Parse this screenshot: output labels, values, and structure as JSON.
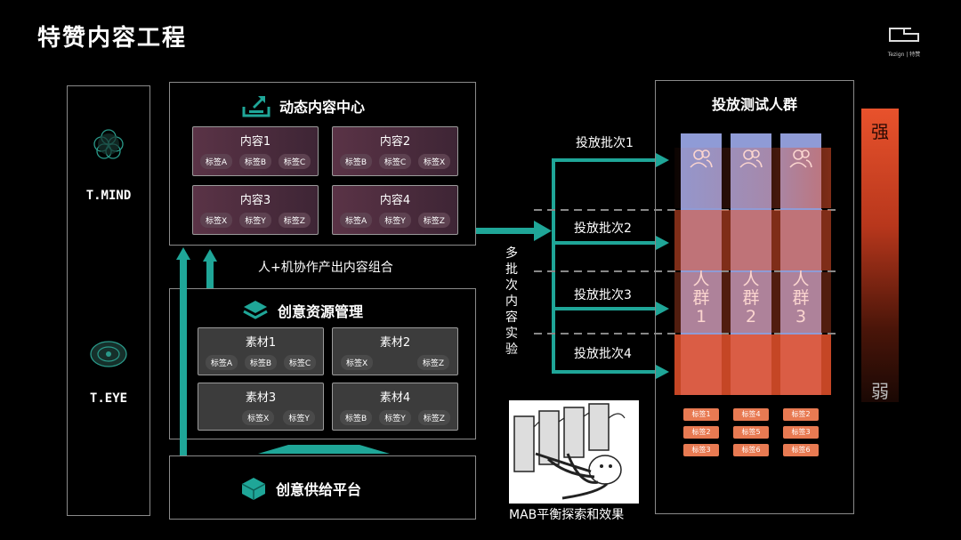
{
  "page": {
    "title": "特赞内容工程"
  },
  "logo": {
    "text": "Tezign | 特赞"
  },
  "sidebar": {
    "top_label": "T.MIND",
    "bottom_label": "T.EYE"
  },
  "dynamic_center": {
    "title": "动态内容中心",
    "cards": [
      {
        "title": "内容1",
        "tags": [
          "标签A",
          "标签B",
          "标签C"
        ]
      },
      {
        "title": "内容2",
        "tags": [
          "标签B",
          "标签C",
          "标签X"
        ]
      },
      {
        "title": "内容3",
        "tags": [
          "标签X",
          "标签Y",
          "标签Z"
        ]
      },
      {
        "title": "内容4",
        "tags": [
          "标签A",
          "标签Y",
          "标签Z"
        ]
      }
    ]
  },
  "collab_label": "人+机协作产出内容组合",
  "resource_mgmt": {
    "title": "创意资源管理",
    "cards": [
      {
        "title": "素材1",
        "tags": [
          "标签A",
          "标签B",
          "标签C"
        ]
      },
      {
        "title": "素材2",
        "tags": [
          "标签X",
          "",
          "标签Z"
        ]
      },
      {
        "title": "素材3",
        "tags": [
          "",
          "标签X",
          "标签Y"
        ]
      },
      {
        "title": "素材4",
        "tags": [
          "标签B",
          "标签Y",
          "标签Z"
        ]
      }
    ]
  },
  "supply_platform": {
    "title": "创意供给平台"
  },
  "experiment_label": "多批次内容实验",
  "batches": [
    "投放批次1",
    "投放批次2",
    "投放批次3",
    "投放批次4"
  ],
  "audience": {
    "title": "投放测试人群",
    "groups": [
      {
        "label": "人群1",
        "tags": [
          "标签1",
          "标签2",
          "标签3"
        ]
      },
      {
        "label": "人群2",
        "tags": [
          "标签4",
          "标签5",
          "标签6"
        ]
      },
      {
        "label": "人群3",
        "tags": [
          "标签2",
          "标签3",
          "标签6"
        ]
      }
    ]
  },
  "strength": {
    "strong": "强",
    "weak": "弱"
  },
  "mab_caption": "MAB平衡探索和效果",
  "colors": {
    "teal": "#1fa698",
    "accent_orange": "#e8522c",
    "audience_blue": "#8f9bd6"
  }
}
